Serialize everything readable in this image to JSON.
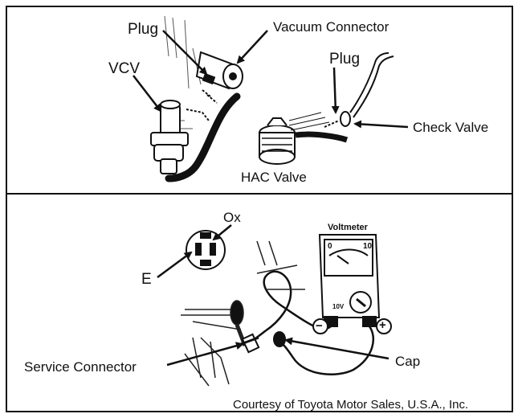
{
  "top_panel": {
    "labels": {
      "plug_left": "Plug",
      "vacuum_connector": "Vacuum Connector",
      "vcv": "VCV",
      "plug_right": "Plug",
      "check_valve": "Check Valve",
      "hac_valve": "HAC Valve"
    }
  },
  "bottom_panel": {
    "labels": {
      "ox": "Ox",
      "e": "E",
      "voltmeter": "Voltmeter",
      "scale_zero": "0",
      "scale_ten": "10",
      "range": "10V",
      "minus": "−",
      "plus": "+",
      "service_connector": "Service Connector",
      "cap": "Cap"
    }
  },
  "credit": "Courtesy of Toyota Motor Sales, U.S.A., Inc."
}
